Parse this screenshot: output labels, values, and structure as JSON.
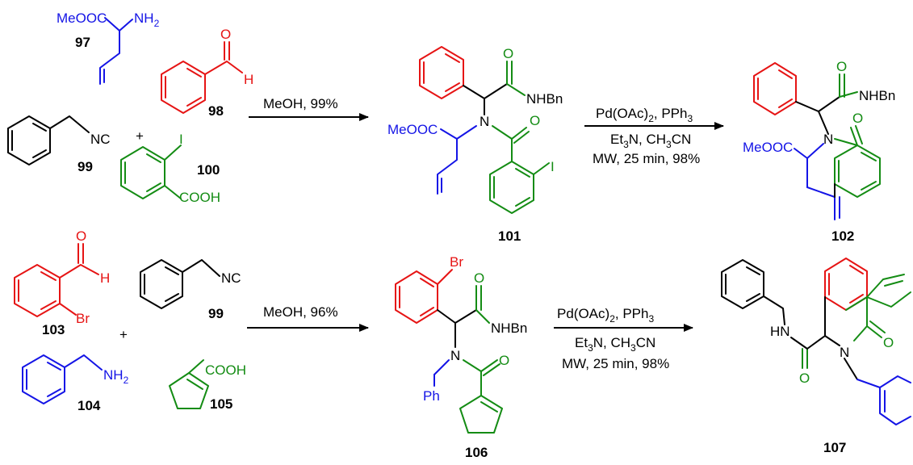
{
  "colors": {
    "black": "#000000",
    "blue": "#1414e6",
    "red": "#e61414",
    "green": "#148c14"
  },
  "labels": {
    "meooc": "MeOOC",
    "nh2": "NH",
    "nh2_sub": "2",
    "nc": "NC",
    "h": "H",
    "o": "O",
    "n": "N",
    "i": "I",
    "cooh": "COOH",
    "nhbn": "NHBn",
    "br": "Br",
    "ph": "Ph",
    "hn": "HN"
  },
  "numbers": {
    "c97": "97",
    "c98": "98",
    "c99": "99",
    "c100": "100",
    "c101": "101",
    "c102": "102",
    "c103": "103",
    "c104": "104",
    "c105": "105",
    "c106": "106",
    "c107": "107"
  },
  "symbols": {
    "plus": "+"
  },
  "reactions": {
    "r1": {
      "conditions": "MeOH, 99%"
    },
    "r2": {
      "line1_pre": "Pd(OAc)",
      "line1_sub": "2",
      "line1_post": ", PPh",
      "line1_sub2": "3",
      "line2_pre": "Et",
      "line2_sub": "3",
      "line2_mid": "N, CH",
      "line2_sub2": "3",
      "line2_post": "CN",
      "line3": "MW, 25 min, 98%"
    },
    "r3": {
      "conditions": "MeOH, 96%"
    },
    "r4": {
      "line1_pre": "Pd(OAc)",
      "line1_sub": "2",
      "line1_post": ", PPh",
      "line1_sub2": "3",
      "line2_pre": "Et",
      "line2_sub": "3",
      "line2_mid": "N, CH",
      "line2_sub2": "3",
      "line2_post": "CN",
      "line3": "MW, 25 min, 98%"
    }
  }
}
